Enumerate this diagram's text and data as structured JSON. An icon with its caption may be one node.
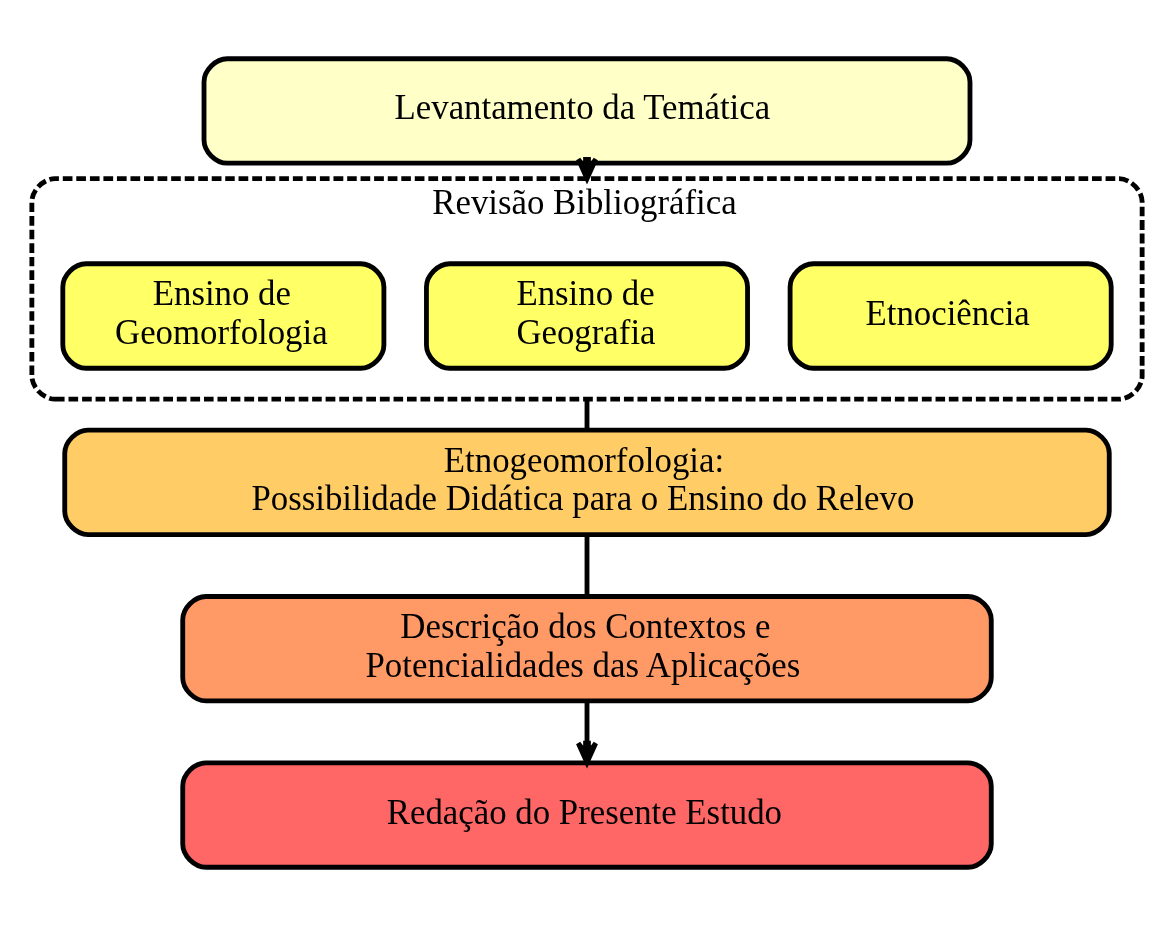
{
  "diagram": {
    "nodes": [
      {
        "text": [
          "Levantamento da Temática"
        ]
      },
      {
        "text": [
          "Revisão Bibliográfica"
        ]
      },
      {
        "text": [
          "Etnociência"
        ],
        "in": 1
      },
      {
        "text": [
          "Ensino de Geografia"
        ],
        "in": 1
      },
      {
        "text": [
          "Ensino de Geomorfologia"
        ],
        "in": 1
      },
      {
        "text": [
          "Etnogeomorfologia: Possibilidade Didática para o Ensino do Relevo"
        ]
      },
      {
        "text": [
          "Descrição dos Contextos e Potencialidades das Aplicações"
        ]
      },
      {
        "text": [
          "Redação do Presente Estudo"
        ]
      }
    ],
    "edges": [
      {
        "from": 0,
        "to": 1,
        "arrow": "to"
      },
      {
        "from": 1,
        "to": 5,
        "arrow": "none"
      },
      {
        "from": 5,
        "to": 6,
        "arrow": "none"
      },
      {
        "from": 6,
        "to": 7,
        "arrow": "to"
      }
    ]
  }
}
